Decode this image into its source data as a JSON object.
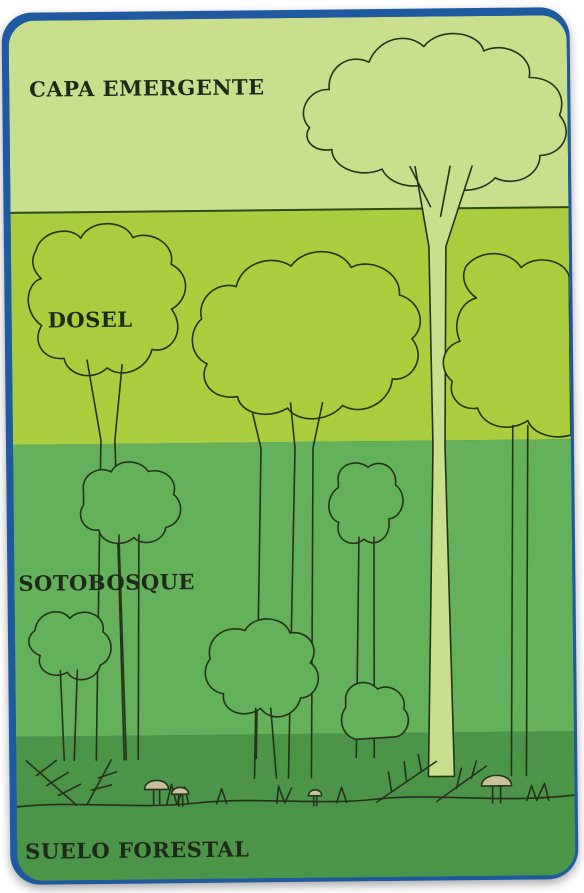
{
  "layers": {
    "emergent": "CAPA EMERGENTE",
    "canopy": "DOSEL",
    "understory": "SOTOBOSQUE",
    "floor": "SUELO FORESTAL"
  },
  "colors": {
    "emergent": "#c9df8e",
    "canopy": "#a9cd3c",
    "understory": "#65b05a",
    "floor": "#4c9448",
    "frame": "#1f5aa0"
  }
}
